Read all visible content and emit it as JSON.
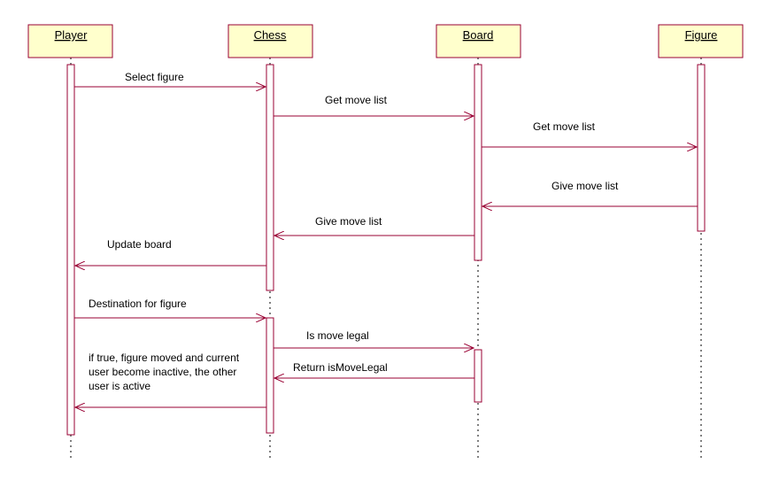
{
  "objects": [
    {
      "name": "Player"
    },
    {
      "name": "Chess"
    },
    {
      "name": "Board"
    },
    {
      "name": "Figure"
    }
  ],
  "messages": [
    {
      "label": [
        "Select figure"
      ]
    },
    {
      "label": [
        "Get move list"
      ]
    },
    {
      "label": [
        "Get move list"
      ]
    },
    {
      "label": [
        "Give move list"
      ]
    },
    {
      "label": [
        "Give move list"
      ]
    },
    {
      "label": [
        "Update board"
      ]
    },
    {
      "label": [
        "Destination for figure"
      ]
    },
    {
      "label": [
        "Is move legal"
      ]
    },
    {
      "label": [
        "Return isMoveLegal"
      ]
    },
    {
      "label": [
        "if true, figure moved and current",
        "user become inactive, the other",
        "user is active"
      ]
    }
  ],
  "colors": {
    "box_fill": "#ffffcc",
    "border": "#990033",
    "lifeline": "#000000"
  }
}
